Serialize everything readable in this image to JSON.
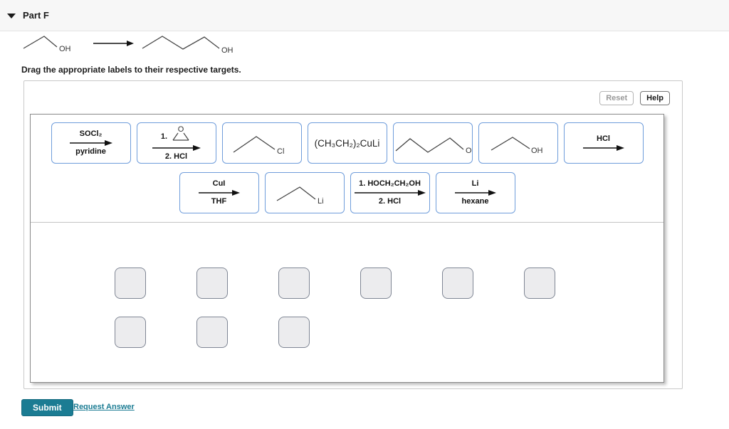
{
  "header": {
    "part_label": "Part F"
  },
  "reaction": {
    "reactant_molecule": "ethanol-skeletal",
    "reactant_atom": "OH",
    "product_molecule": "butan-1-ol-skeletal",
    "product_atom": "OH"
  },
  "instruction": "Drag the appropriate labels to their respective targets.",
  "panel": {
    "reset_label": "Reset",
    "help_label": "Help"
  },
  "palette": {
    "chips": [
      {
        "kind": "arrow",
        "above": "SOCl₂",
        "below": "pyridine"
      },
      {
        "kind": "arrow-epoxide",
        "pre": "1.",
        "epoxide_atom": "O",
        "below": "2. HCl"
      },
      {
        "kind": "structure",
        "molecule": "ethyl-chloride-skeletal",
        "atom": "Cl"
      },
      {
        "kind": "text",
        "text": "(CH₃CH₂)₂CuLi"
      },
      {
        "kind": "structure",
        "molecule": "butyl-chain-with-O-skeletal",
        "atom": "O"
      },
      {
        "kind": "structure",
        "molecule": "ethanol-skeletal",
        "atom": "OH"
      },
      {
        "kind": "arrow",
        "above": "HCl",
        "below": ""
      },
      {
        "kind": "arrow",
        "above": "CuI",
        "below": "THF"
      },
      {
        "kind": "structure",
        "molecule": "ethyllithium-skeletal",
        "atom": "Li"
      },
      {
        "kind": "arrow",
        "above": "1. HOCH₂CH₂OH",
        "below": "2. HCl"
      },
      {
        "kind": "arrow",
        "above": "Li",
        "below": "hexane"
      }
    ]
  },
  "targets": {
    "row1_count": 6,
    "row2_count": 3
  },
  "footer": {
    "submit_label": "Submit",
    "request_answer_label": "Request Answer"
  },
  "colors": {
    "chip_border": "#6f9ddb",
    "submit_bg": "#1b7c93",
    "link": "#1b7c93",
    "header_bg": "#f7f7f7",
    "target_fill": "#ececee"
  }
}
